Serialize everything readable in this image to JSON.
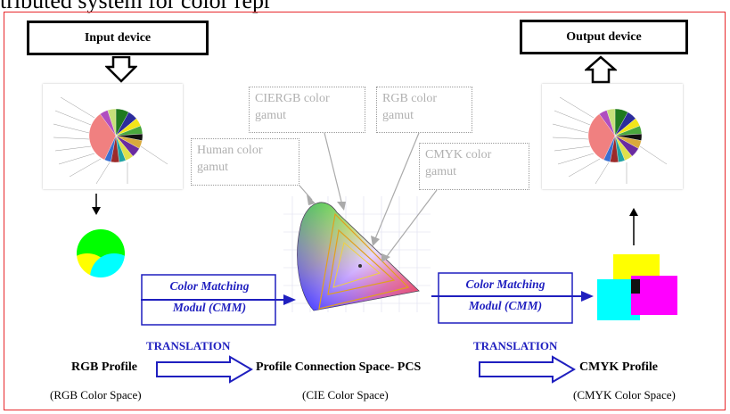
{
  "heading_fragment": "tributed system for color repr",
  "devices": {
    "input": "Input device",
    "output": "Output device"
  },
  "gamuts": [
    {
      "id": "ciergb",
      "line1": "CIERGB color",
      "line2": "gamut"
    },
    {
      "id": "rgb",
      "line1": "RGB color",
      "line2": "gamut"
    },
    {
      "id": "human",
      "line1": "Human color",
      "line2": "gamut"
    },
    {
      "id": "cmyk",
      "line1": "CMYK color",
      "line2": "gamut"
    }
  ],
  "cmm": {
    "line1": "Color Matching",
    "line2": "Modul (CMM)"
  },
  "translation_label": "TRANSLATION",
  "profiles": {
    "rgb": {
      "name": "RGB Profile",
      "space": "(RGB Color  Space)"
    },
    "pcs": {
      "name": "Profile Connection Space- PCS",
      "space": "(CIE Color Space)"
    },
    "cmyk": {
      "name": "CMYK Profile",
      "space": "(CMYK Color Space)"
    }
  },
  "pie_slices": [
    {
      "value": 8,
      "color": "#1f7a1f"
    },
    {
      "value": 6,
      "color": "#2c2c9c"
    },
    {
      "value": 5,
      "color": "#f2e51a"
    },
    {
      "value": 5,
      "color": "#4aa83e"
    },
    {
      "value": 4,
      "color": "#111111"
    },
    {
      "value": 5,
      "color": "#d9aa3c"
    },
    {
      "value": 6,
      "color": "#6a2ca0"
    },
    {
      "value": 5,
      "color": "#e0e04a"
    },
    {
      "value": 4,
      "color": "#21a3a3"
    },
    {
      "value": 5,
      "color": "#9c2a2a"
    },
    {
      "value": 4,
      "color": "#3a6fd1"
    },
    {
      "value": 33,
      "color": "#f08080"
    },
    {
      "value": 5,
      "color": "#b04ec0"
    },
    {
      "value": 5,
      "color": "#c6e07a"
    }
  ]
}
